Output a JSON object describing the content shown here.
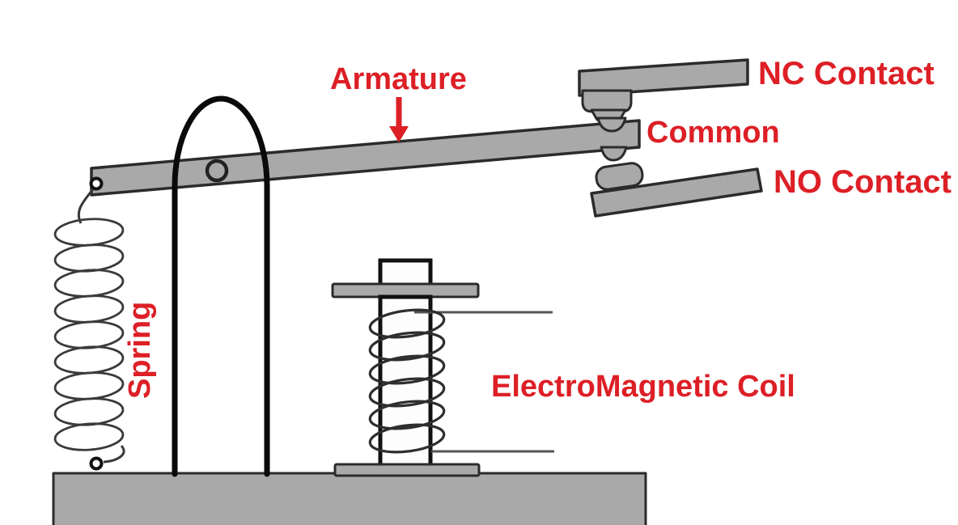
{
  "diagram": {
    "labels": {
      "armature": "Armature",
      "nc_contact": "NC Contact",
      "common": "Common",
      "no_contact": "NO Contact",
      "spring": "Spring",
      "electromagnetic_coil": "ElectroMagnetic Coil"
    },
    "colors": {
      "label_red": "#dd1f26",
      "metal_gray": "#a9a9a9",
      "outline_dark": "#2b2b2b",
      "background": "#ffffff"
    }
  }
}
